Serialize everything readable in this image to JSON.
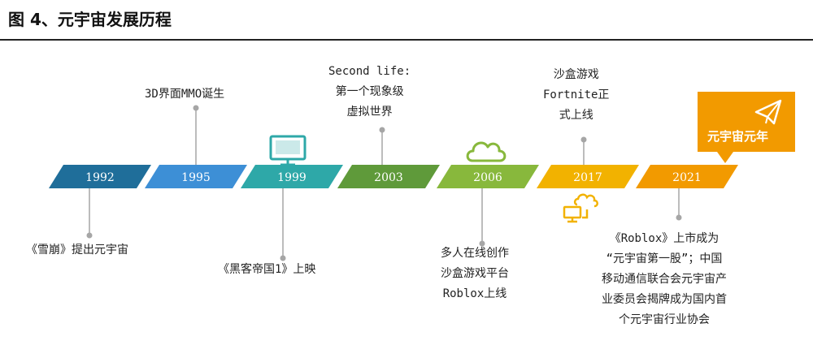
{
  "figure_title": "图 4、元宇宙发展历程",
  "colors": {
    "c1992": "#1f6e9a",
    "c1995": "#3d8fd6",
    "c1999": "#2ea8a8",
    "c2003": "#5f9a3a",
    "c2006": "#88b83c",
    "c2017": "#f2b200",
    "c2021": "#f29a00",
    "connector": "#a6a6a6"
  },
  "events": [
    {
      "year": "1992",
      "text": [
        "《雪崩》提出元宇宙"
      ]
    },
    {
      "year": "1995",
      "text": [
        "3D界面MMO诞生"
      ]
    },
    {
      "year": "1999",
      "text": [
        "《黑客帝国1》上映"
      ]
    },
    {
      "year": "2003",
      "text": [
        "Second life:",
        "第一个现象级",
        "虚拟世界"
      ]
    },
    {
      "year": "2006",
      "text": [
        "多人在线创作",
        "沙盒游戏平台",
        "Roblox上线"
      ]
    },
    {
      "year": "2017",
      "text": [
        "沙盒游戏",
        "Fortnite正",
        "式上线"
      ]
    },
    {
      "year": "2021",
      "text": [
        "《Roblox》上市成为",
        "“元宇宙第一股”；中国",
        "移动通信联合会元宇宙产",
        "业委员会揭牌成为国内首",
        "个元宇宙行业协会"
      ]
    }
  ],
  "banner": "元宇宙元年",
  "icons": [
    "monitor-icon",
    "cloud-icon",
    "cloud-computer-icon",
    "paper-plane-icon"
  ]
}
